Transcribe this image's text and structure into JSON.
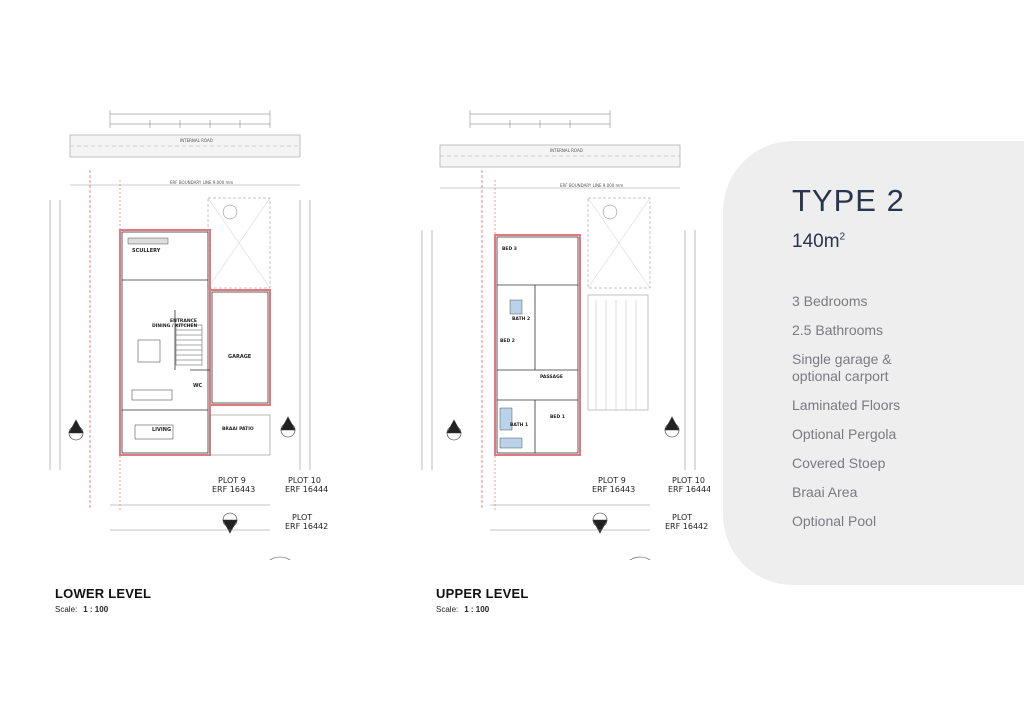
{
  "info": {
    "title": "TYPE 2",
    "area_value": "140m",
    "area_unit_sup": "2",
    "features": [
      "3 Bedrooms",
      "2.5 Bathrooms",
      "Single garage & optional carport",
      "Laminated Floors",
      "Optional Pergola",
      "Covered Stoep",
      "Braai Area",
      "Optional Pool"
    ]
  },
  "lower": {
    "title": "LOWER LEVEL",
    "scale_label": "Scale:",
    "scale_value": "1 : 100",
    "rooms": [
      "SCULLERY",
      "DINING / KITCHEN",
      "ENTRANCE",
      "GARAGE",
      "WC",
      "LIVING",
      "BRAAI PATIO"
    ],
    "plots": [
      "PLOT 9",
      "ERF 16443",
      "PLOT 10",
      "ERF 16444",
      "PLOT",
      "ERF 16442"
    ],
    "road": "INTERNAL ROAD",
    "boundary": "ERF BOUNDARY LINE 9.000 mm"
  },
  "upper": {
    "title": "UPPER LEVEL",
    "scale_label": "Scale:",
    "scale_value": "1 : 100",
    "rooms": [
      "BED 3",
      "BATH 2",
      "BED 2",
      "PASSAGE",
      "BATH 1",
      "BED 1"
    ],
    "plots": [
      "PLOT 9",
      "ERF 16443",
      "PLOT 10",
      "ERF 16444",
      "PLOT",
      "ERF 16442"
    ],
    "road": "INTERNAL ROAD",
    "boundary": "ERF BOUNDARY LINE 9.000 mm"
  },
  "colors": {
    "panel": "#eeeeef",
    "title": "#2a3450",
    "feature": "#7a7a80",
    "walls": "#e07a80",
    "dim_red": "#d33"
  }
}
